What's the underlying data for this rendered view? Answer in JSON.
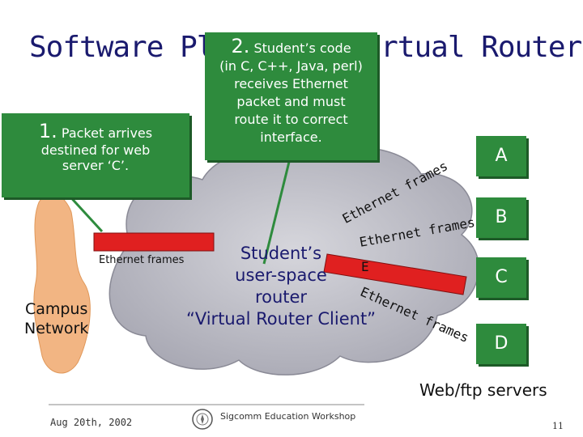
{
  "slide": {
    "title": "Software Platform: Virtual Router",
    "page_number": "11",
    "footer_date": "Aug 20th, 2002",
    "footer_workshop": "Sigcomm Education Workshop"
  },
  "callout_1": {
    "number": "1.",
    "line1": "Packet arrives",
    "line2": "destined for web",
    "line3": "server ‘C’."
  },
  "callout_2": {
    "number": "2.",
    "line1": "Student’s code",
    "line2": "(in C, C++, Java, perl)",
    "line3": "receives Ethernet",
    "line4": "packet and must",
    "line5": "route it to correct",
    "line6": "interface."
  },
  "network": {
    "campus_line1": "Campus",
    "campus_line2": "Network",
    "ethernet_frames_left": "Ethernet frames",
    "ethernet_frames_1": "Ethernet frames",
    "ethernet_frames_2": "Ethernet frames",
    "ethernet_frames_3": "Ethernet frames",
    "eth_partial": "E"
  },
  "router": {
    "line1": "Student’s",
    "line2": "user-space",
    "line3": "router",
    "line4": "“Virtual Router Client”"
  },
  "servers": {
    "a": "A",
    "b": "B",
    "c": "C",
    "d": "D",
    "caption": "Web/ftp servers"
  },
  "colors": {
    "callout_green": "#2e8b3d",
    "cloud_gray": "#b4b4bc",
    "packet_red": "#e02020",
    "campus_tan": "#f2b583",
    "title_navy": "#1a1a6e"
  }
}
